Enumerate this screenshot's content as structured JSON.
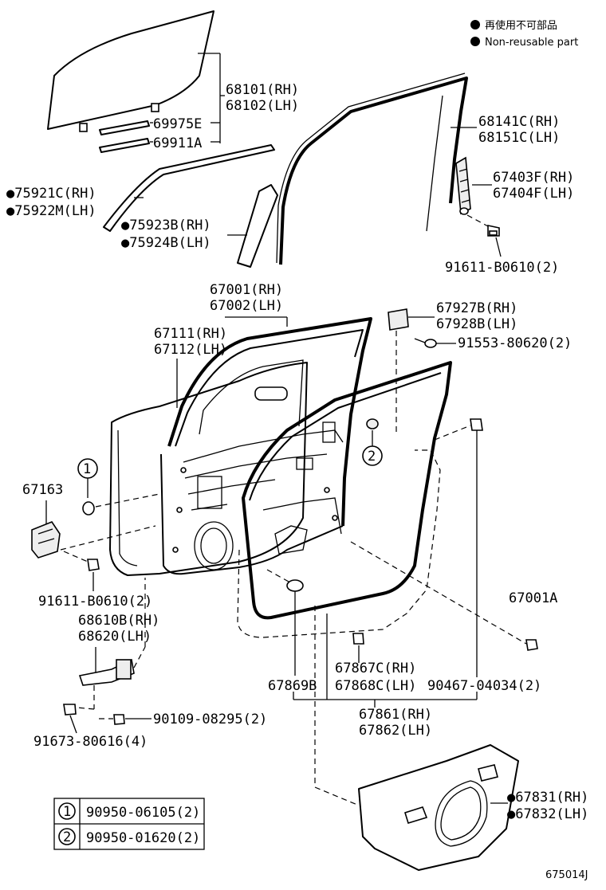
{
  "legend": {
    "non_reusable_jp": "再使用不可部品",
    "non_reusable_en": "Non-reusable part"
  },
  "labels": {
    "l68101": "68101(RH)",
    "l68102": "68102(LH)",
    "l69975": "69975E",
    "l69911": "69911A",
    "l68141": "68141C(RH)",
    "l68151": "68151C(LH)",
    "l75921": "75921C(RH)",
    "l75922": "75922M(LH)",
    "l75923": "75923B(RH)",
    "l75924": "75924B(LH)",
    "l67403": "67403F(RH)",
    "l67404": "67404F(LH)",
    "l91611a": "91611-B0610(2)",
    "l67001": "67001(RH)",
    "l67002": "67002(LH)",
    "l67927": "67927B(RH)",
    "l67928": "67928B(LH)",
    "l91553": "91553-80620(2)",
    "l67111": "67111(RH)",
    "l67112": "67112(LH)",
    "l67163": "67163",
    "l91611b": "91611-B0610(2)",
    "l68610": "68610B(RH)",
    "l68620": "68620(LH)",
    "l67001a": "67001A",
    "l67867": "67867C(RH)",
    "l67868": "67868C(LH)",
    "l67869": "67869B",
    "l90467": "90467-04034(2)",
    "l90109": "90109-08295(2)",
    "l91673": "91673-80616(4)",
    "l67861": "67861(RH)",
    "l67862": "67862(LH)",
    "l67831": "67831(RH)",
    "l67832": "67832(LH)"
  },
  "callouts": {
    "c1": "1",
    "c2": "2"
  },
  "table": {
    "rows": [
      {
        "num": "1",
        "part": "90950-06105(2)"
      },
      {
        "num": "2",
        "part": "90950-01620(2)"
      }
    ]
  },
  "diagram_code": "675014J"
}
